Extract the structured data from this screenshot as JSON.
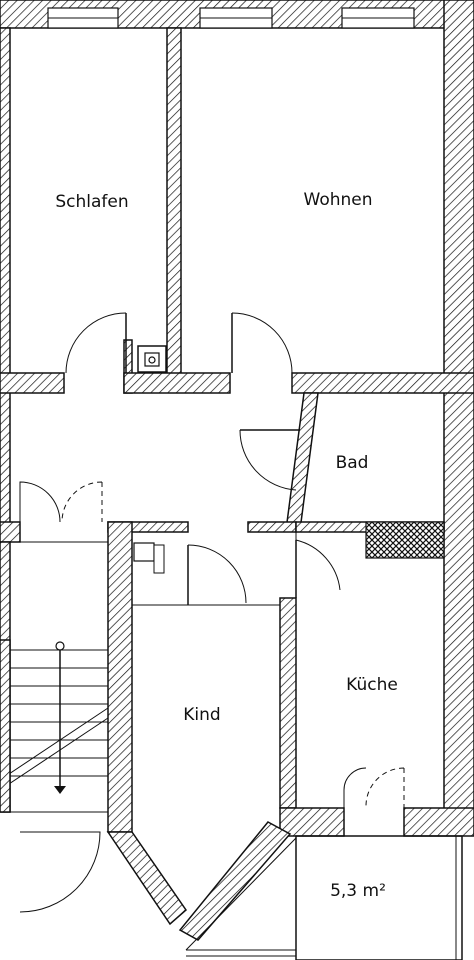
{
  "rooms": {
    "schlafen": "Schlafen",
    "wohnen": "Wohnen",
    "bad": "Bad",
    "kueche": "Küche",
    "kind": "Kind",
    "balkon_area": "5,3 m²"
  }
}
